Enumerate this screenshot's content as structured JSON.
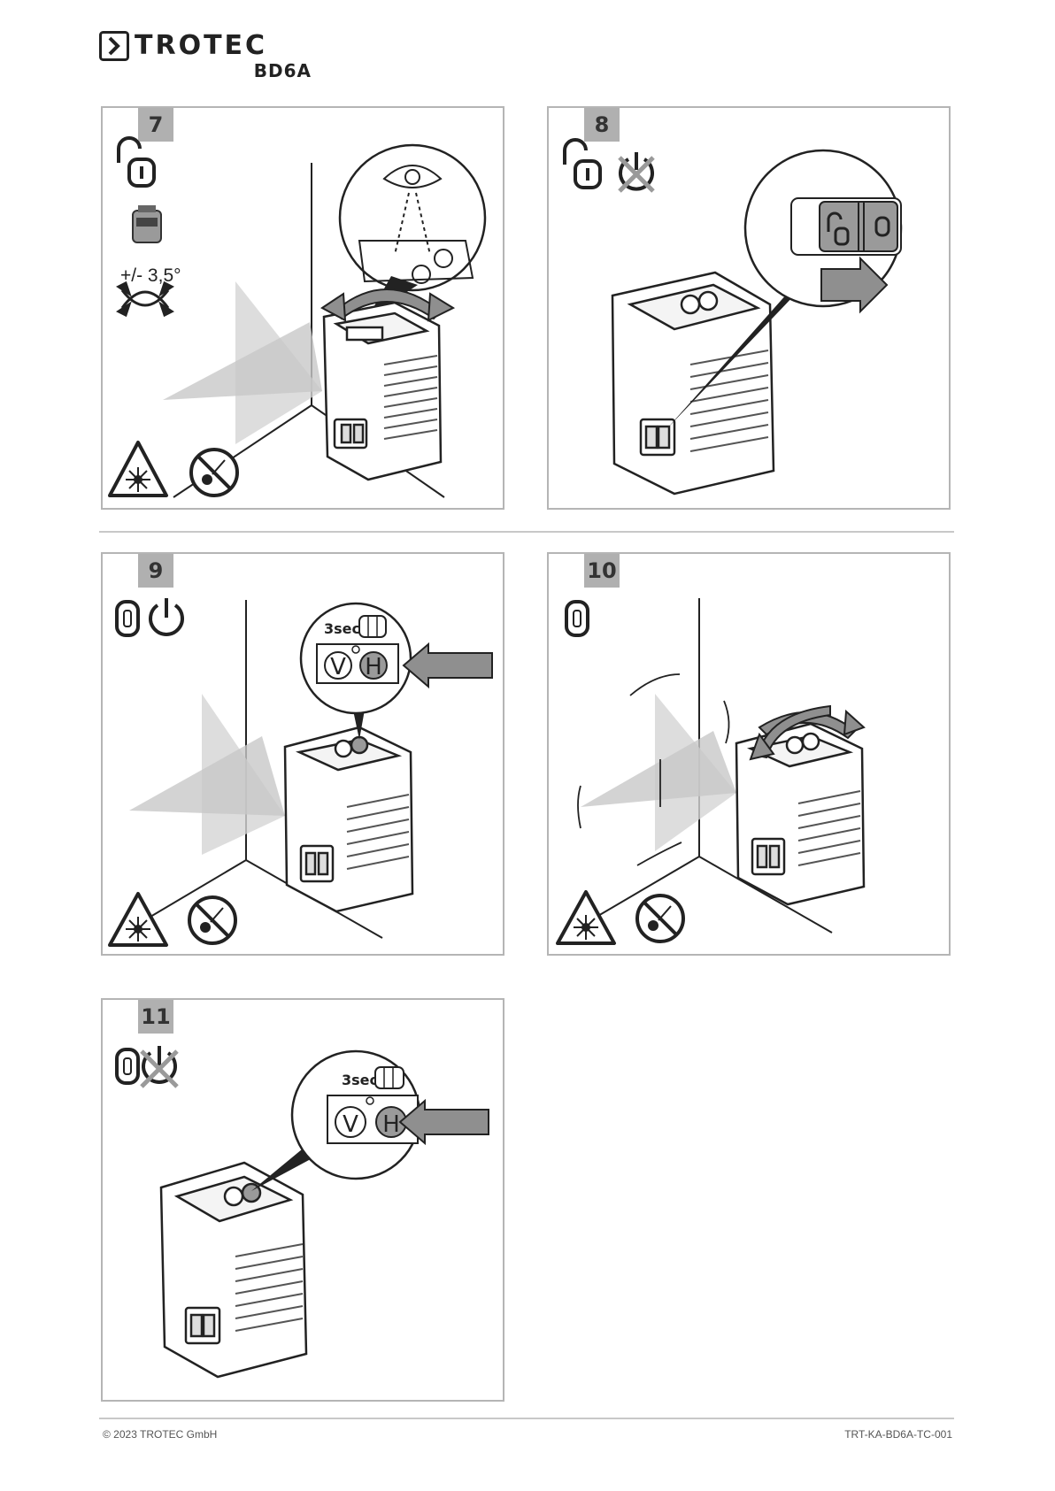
{
  "header": {
    "brand": "TROTEC",
    "model": "BD6A"
  },
  "panels": [
    {
      "step": "7",
      "angle_label": "+/- 3,5°"
    },
    {
      "step": "8"
    },
    {
      "step": "9",
      "timer": "3sec",
      "buttons": [
        "V",
        "H"
      ]
    },
    {
      "step": "10"
    },
    {
      "step": "11",
      "timer": "3sec",
      "buttons": [
        "V",
        "H"
      ]
    }
  ],
  "footer": {
    "copyright": "© 2023 TROTEC GmbH",
    "doc_id": "TRT-KA-BD6A-TC-001"
  },
  "colors": {
    "frame": "#b5b5b5",
    "step_badge": "#b0b0b0",
    "ink": "#1a1a1a",
    "beam": "#cfcfcf",
    "arrow": "#8f8f8f"
  }
}
